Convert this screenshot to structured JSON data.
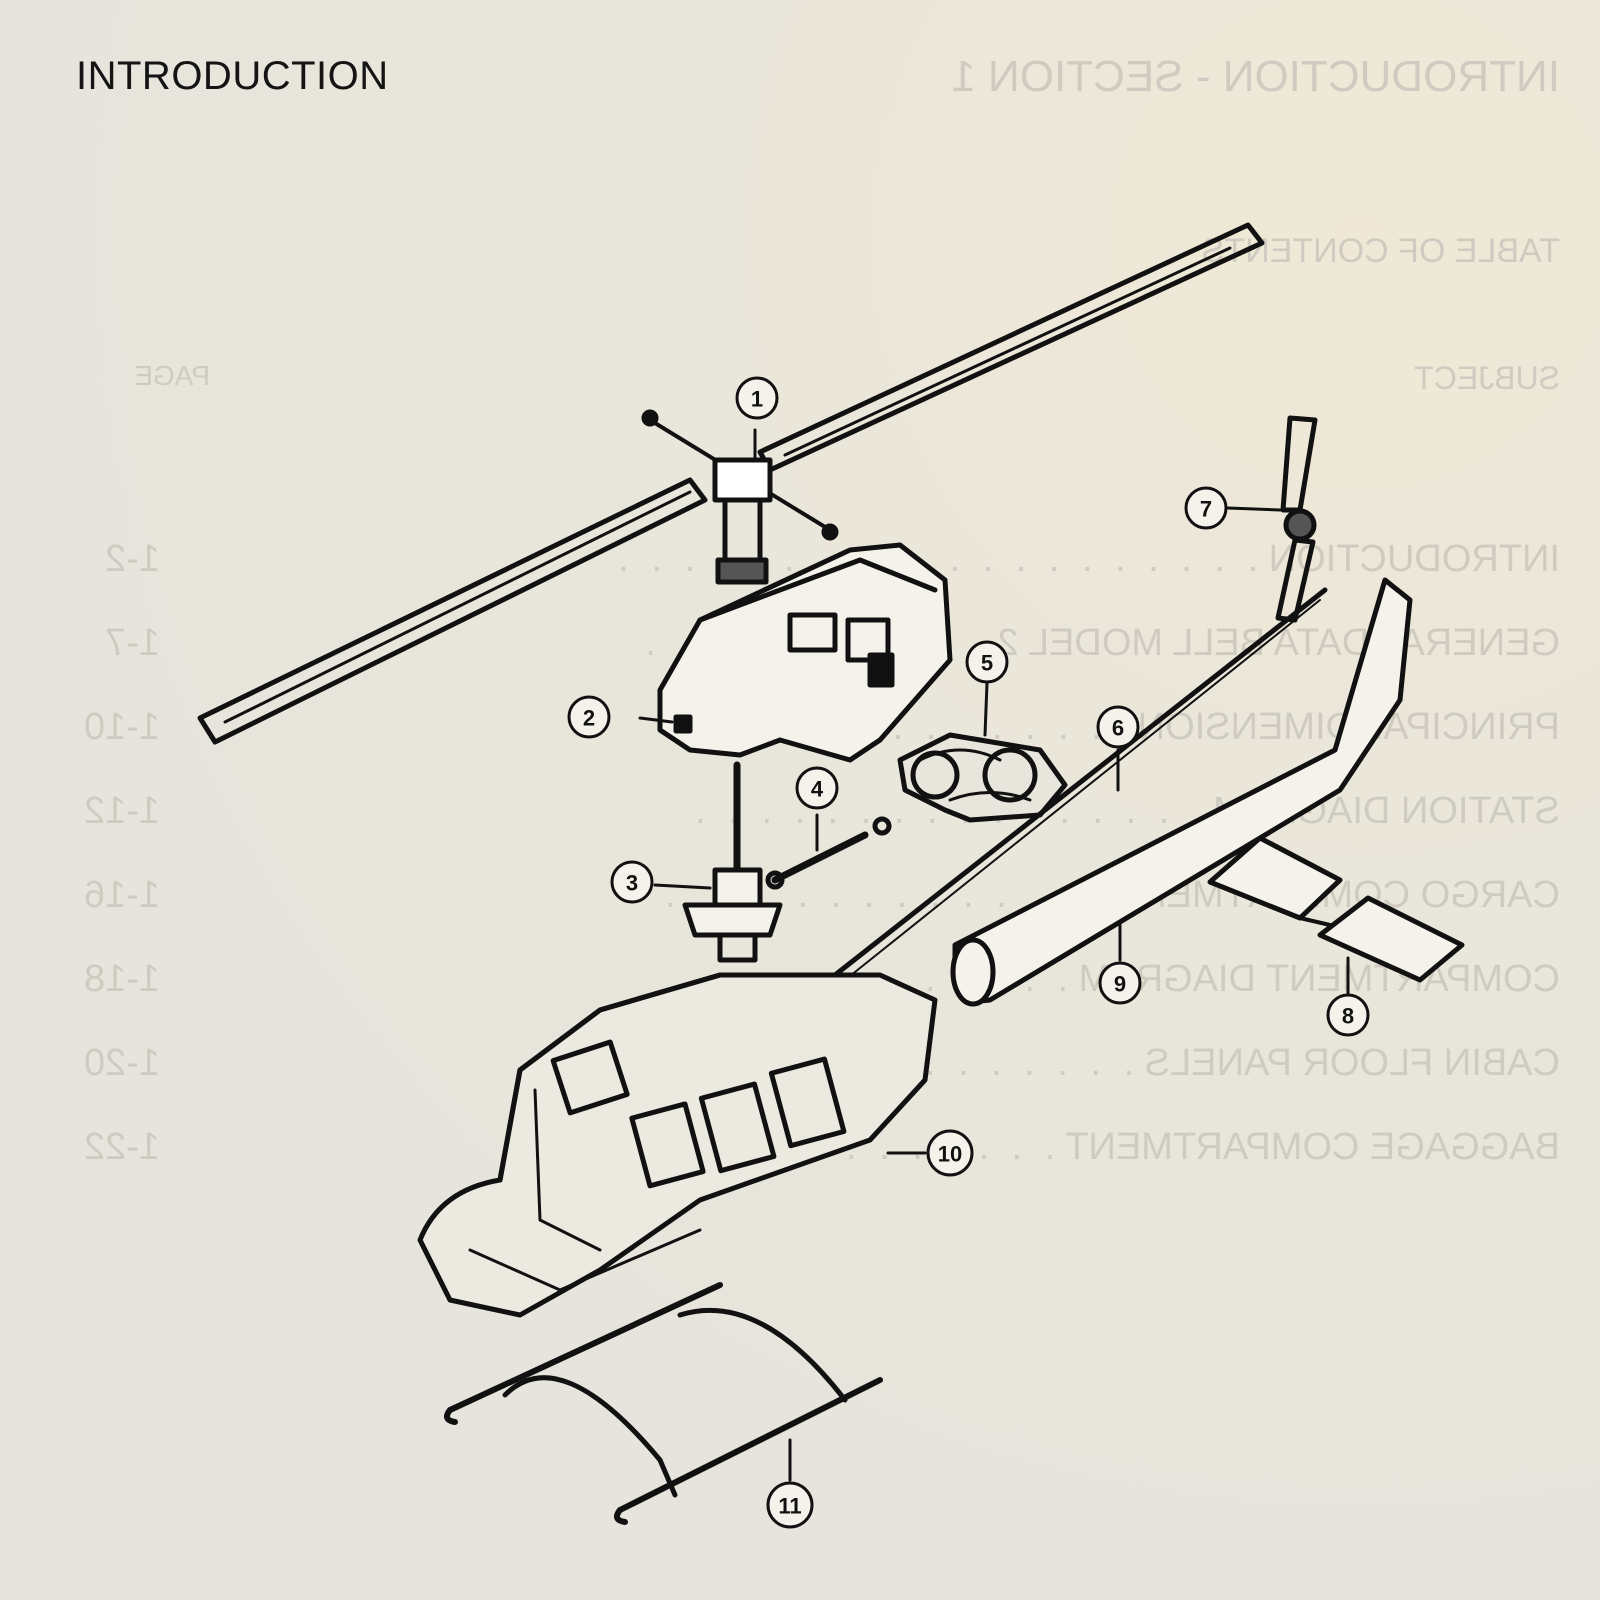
{
  "page": {
    "title": "INTRODUCTION"
  },
  "bleed_through": {
    "section": "INTRODUCTION - SECTION 1",
    "toc_title": "TABLE OF CONTENTS",
    "subject_header": "SUBJECT",
    "page_header": "PAGE",
    "rows": [
      {
        "subject": "INTRODUCTION",
        "page": "1-2"
      },
      {
        "subject": "GENERAL DATA BELL MODEL 2",
        "page": "1-7"
      },
      {
        "subject": "PRINCIPAL DIMENSIONS",
        "page": "1-10"
      },
      {
        "subject": "STATION DIAGRAM",
        "page": "1-12"
      },
      {
        "subject": "CARGO COMPARTMENT",
        "page": "1-16"
      },
      {
        "subject": "COMPARTMENT DIAGRAM",
        "page": "1-18"
      },
      {
        "subject": "CABIN FLOOR PANELS",
        "page": "1-20"
      },
      {
        "subject": "BAGGAGE COMPARTMENT",
        "page": "1-22"
      }
    ]
  },
  "callouts": [
    "1",
    "2",
    "3",
    "4",
    "5",
    "6",
    "7",
    "8",
    "9",
    "10",
    "11"
  ],
  "colors": {
    "ink": "#111111",
    "paper": "#e6e4dc",
    "bleed": "#cfcbc0"
  }
}
